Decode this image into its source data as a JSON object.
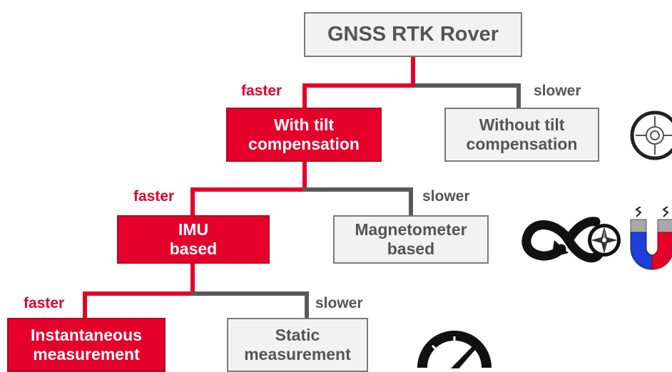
{
  "root": {
    "label": "GNSS RTK Rover"
  },
  "levels": [
    {
      "faster_label": "faster",
      "slower_label": "slower",
      "fast_node": [
        "With tilt",
        "compensation"
      ],
      "slow_node": [
        "Without tilt",
        "compensation"
      ]
    },
    {
      "faster_label": "faster",
      "slower_label": "slower",
      "fast_node": [
        "IMU",
        "based"
      ],
      "slow_node": [
        "Magnetometer",
        "based"
      ]
    },
    {
      "faster_label": "faster",
      "slower_label": "slower",
      "fast_node": [
        "Instantaneous",
        "measurement"
      ],
      "slow_node": [
        "Static",
        "measurement"
      ]
    }
  ],
  "icons": [
    "level-target-icon",
    "infinity-calibration-icon",
    "compass-rose-icon",
    "horseshoe-magnet-icon",
    "speedometer-icon"
  ],
  "colors": {
    "fast": "#e4002b",
    "slow": "#595959",
    "node_fill_slow": "#f2f2f2"
  }
}
